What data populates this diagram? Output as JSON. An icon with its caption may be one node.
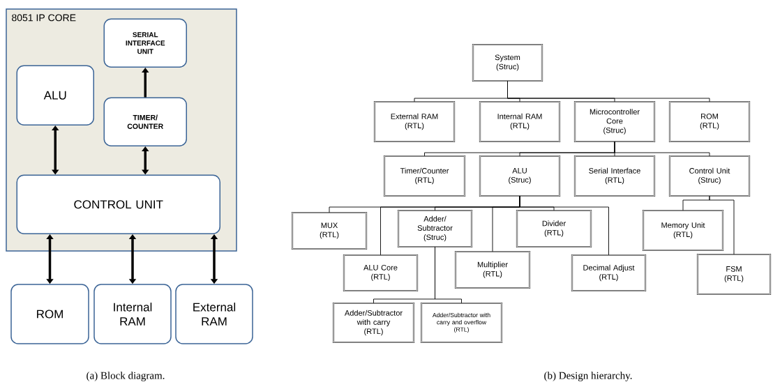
{
  "diagram": {
    "nodes": [
      {
        "text": [
          "8051 IP CORE"
        ]
      },
      {
        "text": [
          "SERIAL INTERFACE UNIT"
        ],
        "in": 0
      },
      {
        "text": [
          "ALU"
        ],
        "in": 0
      },
      {
        "text": [
          "TIMER/ COUNTER"
        ],
        "in": 0
      },
      {
        "text": [
          "CONTROL UNIT"
        ],
        "in": 0
      },
      {
        "text": [
          "ROM"
        ]
      },
      {
        "text": [
          "Internal RAM"
        ]
      },
      {
        "text": [
          "External RAM"
        ]
      },
      {
        "text": [
          "System",
          "(Struc)"
        ]
      },
      {
        "text": [
          "External RAM",
          "(RTL)"
        ]
      },
      {
        "text": [
          "Internal RAM",
          "(RTL)"
        ]
      },
      {
        "text": [
          "Microcontroller Core",
          "(Struc)"
        ]
      },
      {
        "text": [
          "ROM",
          "(RTL)"
        ]
      },
      {
        "text": [
          "Timer/Counter",
          "(RTL)"
        ]
      },
      {
        "text": [
          "ALU",
          "(Struc)"
        ]
      },
      {
        "text": [
          "Serial Interface",
          "(RTL)"
        ]
      },
      {
        "text": [
          "Control Unit",
          "(Struc)"
        ]
      },
      {
        "text": [
          "MUX",
          "(RTL)"
        ]
      },
      {
        "text": [
          "Adder/ Subtractor",
          "(Struc)"
        ]
      },
      {
        "text": [
          "Divider",
          "(RTL)"
        ]
      },
      {
        "text": [
          "Memory Unit",
          "(RTL)"
        ]
      },
      {
        "text": [
          "ALU Core",
          "(RTL)"
        ]
      },
      {
        "text": [
          "Multiplier",
          "(RTL)"
        ]
      },
      {
        "text": [
          "Decimal Adjust",
          "(RTL)"
        ]
      },
      {
        "text": [
          "FSM",
          "(RTL)"
        ]
      },
      {
        "text": [
          "Adder/Subtractor with carry",
          "(RTL)"
        ]
      },
      {
        "text": [
          "Adder/Subtractor with carry and overflow",
          "(RTL)"
        ]
      }
    ],
    "edges": [
      {
        "from": 3,
        "to": 1,
        "arrow": "to",
        "style": "thick"
      },
      {
        "from": 2,
        "to": 4,
        "arrow": "both",
        "style": "thick"
      },
      {
        "from": 3,
        "to": 4,
        "arrow": "both",
        "style": "thick"
      },
      {
        "from": 4,
        "to": 5,
        "arrow": "both",
        "style": "thick"
      },
      {
        "from": 4,
        "to": 6,
        "arrow": "both",
        "style": "thick"
      },
      {
        "from": 4,
        "to": 7,
        "arrow": "both",
        "style": "thick"
      },
      {
        "from": 8,
        "to": 9,
        "arrow": "none"
      },
      {
        "from": 8,
        "to": 10,
        "arrow": "none"
      },
      {
        "from": 8,
        "to": 11,
        "arrow": "none"
      },
      {
        "from": 8,
        "to": 12,
        "arrow": "none"
      },
      {
        "from": 11,
        "to": 13,
        "arrow": "none"
      },
      {
        "from": 11,
        "to": 14,
        "arrow": "none"
      },
      {
        "from": 11,
        "to": 15,
        "arrow": "none"
      },
      {
        "from": 11,
        "to": 16,
        "arrow": "none"
      },
      {
        "from": 14,
        "to": 17,
        "arrow": "none"
      },
      {
        "from": 14,
        "to": 18,
        "arrow": "none"
      },
      {
        "from": 14,
        "to": 19,
        "arrow": "none"
      },
      {
        "from": 14,
        "to": 21,
        "arrow": "none"
      },
      {
        "from": 14,
        "to": 22,
        "arrow": "none"
      },
      {
        "from": 14,
        "to": 23,
        "arrow": "none"
      },
      {
        "from": 16,
        "to": 20,
        "arrow": "none"
      },
      {
        "from": 16,
        "to": 24,
        "arrow": "none"
      },
      {
        "from": 18,
        "to": 25,
        "arrow": "none"
      },
      {
        "from": 18,
        "to": 26,
        "arrow": "none"
      }
    ],
    "labels": [
      "(a) Block diagram.",
      "(b) Design hierarchy."
    ]
  }
}
